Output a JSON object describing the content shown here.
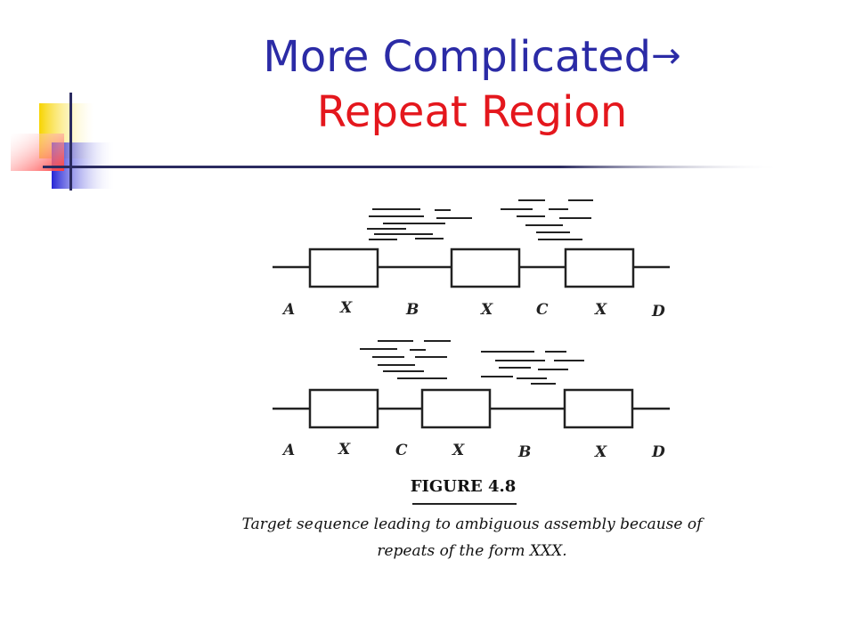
{
  "title": {
    "line1": "More Complicated",
    "arrow": "→",
    "line2": "Repeat Region"
  },
  "colors": {
    "title_blue": "#2b2ba6",
    "title_red": "#e4171d",
    "deco_yellow": "#f7d400",
    "deco_blue": "#2525d6",
    "deco_red": "#ff3b3b"
  },
  "figure": {
    "top_labels": [
      "A",
      "X",
      "B",
      "X",
      "C",
      "X",
      "D"
    ],
    "bottom_labels": [
      "A",
      "X",
      "C",
      "X",
      "B",
      "X",
      "D"
    ],
    "caption_title": "FIGURE 4.8",
    "caption_line1": "Target sequence leading to ambiguous assembly because of",
    "caption_line2": "repeats of the form XXX."
  }
}
